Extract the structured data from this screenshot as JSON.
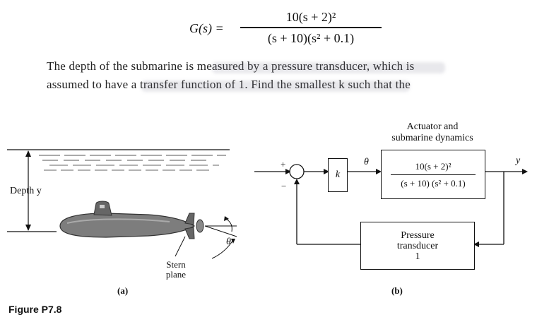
{
  "equation": {
    "lhs": "G(s) =",
    "numerator": "10(s + 2)²",
    "denominator": "(s + 10)(s² + 0.1)"
  },
  "paragraph": {
    "line1": "The depth of the submarine is measured by a pressure transducer, which is",
    "line2": "assumed to have a transfer function of 1. Find the smallest k such that the"
  },
  "figure_a": {
    "depth_label": "Depth y",
    "stern_label_1": "Stern",
    "stern_label_2": "plane",
    "theta_label": "θ",
    "caption": "(a)"
  },
  "figure_b": {
    "actuator_title_1": "Actuator and",
    "actuator_title_2": "submarine dynamics",
    "plus_sign": "+",
    "minus_sign": "−",
    "theta_label": "θ",
    "gain_label": "k",
    "tf_numerator": "10(s + 2)²",
    "tf_denominator": "(s + 10) (s² + 0.1)",
    "output_label": "y",
    "sensor_line_1": "Pressure",
    "sensor_line_2": "transducer",
    "sensor_line_3": "1",
    "caption": "(b)"
  },
  "figure_title": "Figure P7.8"
}
